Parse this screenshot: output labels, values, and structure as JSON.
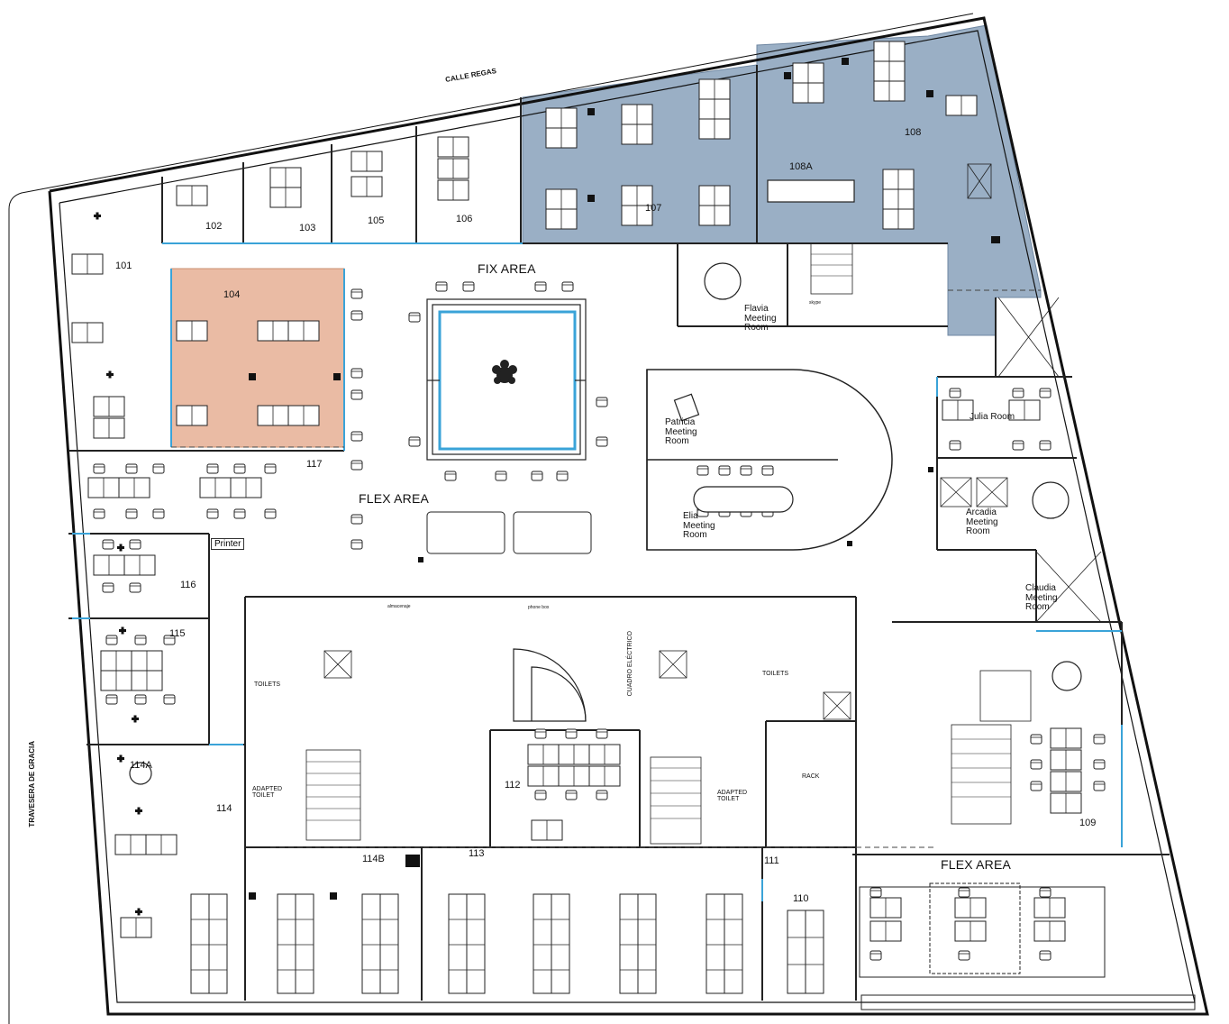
{
  "streets": {
    "top": "CALLE REGAS",
    "left": "TRAVESERA DE GRACIA"
  },
  "areas": {
    "fix": "FIX AREA",
    "flex_center": "FLEX AREA",
    "flex_bottom": "FLEX AREA"
  },
  "rooms": {
    "r101": "101",
    "r102": "102",
    "r103": "103",
    "r104": "104",
    "r105": "105",
    "r106": "106",
    "r107": "107",
    "r108": "108",
    "r108a": "108A",
    "r109": "109",
    "r110": "110",
    "r111": "111",
    "r112": "112",
    "r113": "113",
    "r114": "114",
    "r114a": "114A",
    "r114b": "114B",
    "r115": "115",
    "r116": "116",
    "r117": "117"
  },
  "meeting_rooms": {
    "flavia": "Flavia Meeting Room",
    "patricia": "Patricia Meeting Room",
    "elia": "Elia Meeting Room",
    "julia": "Julia Room",
    "arcadia": "Arcadia Meeting Room",
    "claudia": "Claudia Meeting Room"
  },
  "utility": {
    "toilets_left": "TOILETS",
    "toilets_right": "TOILETS",
    "adapted_left": "ADAPTED TOILET",
    "adapted_right": "ADAPTED TOILET",
    "rack": "RACK",
    "cuadro": "CUADRO ELÉCTRICO",
    "printer": "Printer",
    "almacenaje": "almacenaje",
    "phone_box": "phone box",
    "skype": "skype"
  },
  "highlight_colors": {
    "zone_104": "#e8b49a",
    "zone_107_108": "#8fa6bf",
    "glass": "#3aa3d8"
  }
}
